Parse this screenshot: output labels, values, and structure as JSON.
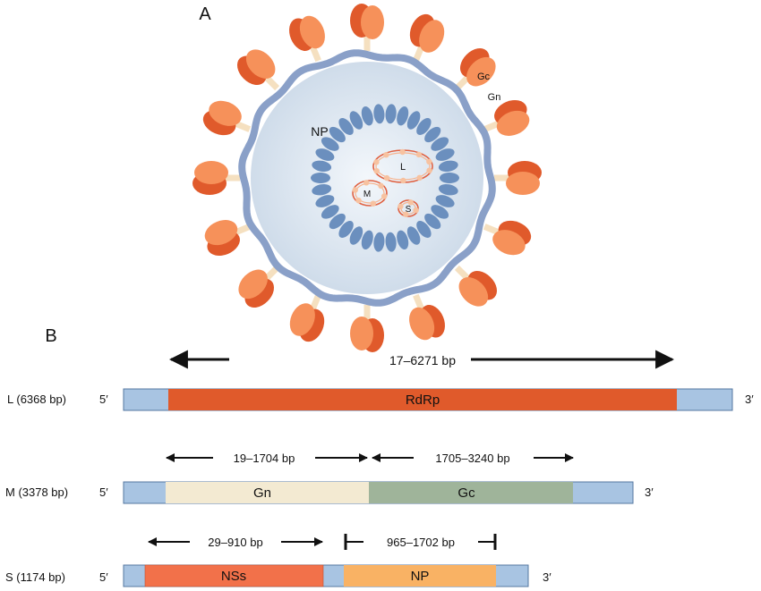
{
  "panel_a": {
    "label": "A",
    "labels": {
      "np": "NP",
      "gc": "Gc",
      "gn": "Gn",
      "l": "L",
      "m": "M",
      "s": "S"
    }
  },
  "panel_b": {
    "label": "B",
    "segments": [
      {
        "name": "L (6368 bp)",
        "five": "5′",
        "three": "3′",
        "genes": [
          {
            "label": "RdRp",
            "color": "#e05a2b"
          }
        ],
        "ranges": [
          "17–6271 bp"
        ]
      },
      {
        "name": "M (3378 bp)",
        "five": "5′",
        "three": "3′",
        "genes": [
          {
            "label": "Gn",
            "color": "#f3ead2"
          },
          {
            "label": "Gc",
            "color": "#9fb49a"
          }
        ],
        "ranges": [
          "19–1704 bp",
          "1705–3240 bp"
        ]
      },
      {
        "name": "S (1174 bp)",
        "five": "5′",
        "three": "3′",
        "genes": [
          {
            "label": "NSs",
            "color": "#f2714a"
          },
          {
            "label": "NP",
            "color": "#f9b264"
          }
        ],
        "ranges": [
          "29–910 bp",
          "965–1702 bp"
        ]
      }
    ]
  },
  "colors": {
    "utr": "#a8c4e2",
    "envelope": "#8aa0c8",
    "core": "#dde7f0",
    "nucleocapsid": "#6b8fbe",
    "spike_dark": "#e05a2b",
    "spike_light": "#f6915a",
    "stalk": "#f5e0c0"
  }
}
